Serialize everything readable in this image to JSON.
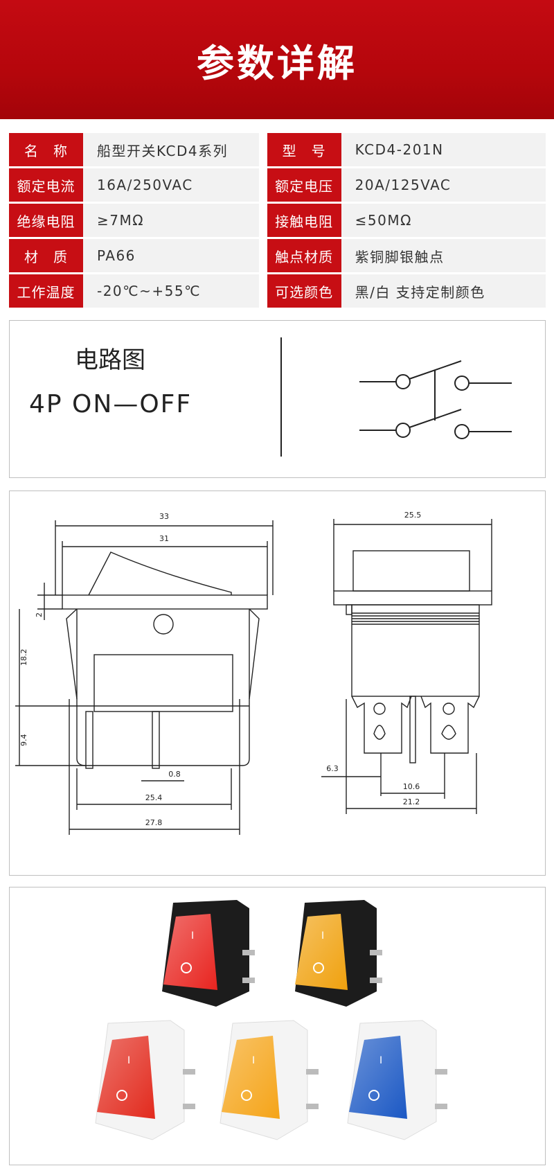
{
  "header": {
    "title": "参数详解"
  },
  "specs": [
    {
      "label_left": "名　称",
      "value_left": "船型开关KCD4系列",
      "label_right": "型　号",
      "value_right": "KCD4-201N"
    },
    {
      "label_left": "额定电流",
      "value_left": "16A/250VAC",
      "label_right": "额定电压",
      "value_right": "20A/125VAC"
    },
    {
      "label_left": "绝缘电阻",
      "value_left": "≥7MΩ",
      "label_right": "接触电阻",
      "value_right": "≤50MΩ"
    },
    {
      "label_left": "材　质",
      "value_left": "PA66",
      "label_right": "触点材质",
      "value_right": "紫铜脚银触点"
    },
    {
      "label_left": "工作温度",
      "value_left": "-20℃~+55℃",
      "label_right": "可选颜色",
      "value_right": "黑/白 支持定制颜色"
    }
  ],
  "circuit": {
    "title": "电路图",
    "mode": "4P  ON—OFF"
  },
  "dimensions": {
    "front_width_outer": "33",
    "front_width_inner": "31",
    "height_lip": "2",
    "height_body": "18.2",
    "height_terminal": "9.4",
    "terminal_thickness": "0.8",
    "terminal_pitch_outer": "25.4",
    "base_width": "27.8",
    "side_width": "25.5",
    "side_offset": "6.3",
    "side_pitch": "10.6",
    "side_base": "21.2"
  },
  "photos": {
    "items": [
      {
        "housing": "black",
        "lens": "red",
        "lens_color": "#e8241f",
        "housing_color": "#1c1c1c"
      },
      {
        "housing": "black",
        "lens": "amber",
        "lens_color": "#f0a10e",
        "housing_color": "#1c1c1c"
      },
      {
        "housing": "white",
        "lens": "red",
        "lens_color": "#e22a1d",
        "housing_color": "#f4f4f4"
      },
      {
        "housing": "white",
        "lens": "amber",
        "lens_color": "#f5a418",
        "housing_color": "#f4f4f4"
      },
      {
        "housing": "white",
        "lens": "blue",
        "lens_color": "#1b58c4",
        "housing_color": "#f4f4f4"
      }
    ]
  },
  "colors": {
    "brand_red": "#c70e14",
    "cell_bg": "#f2f2f2"
  }
}
